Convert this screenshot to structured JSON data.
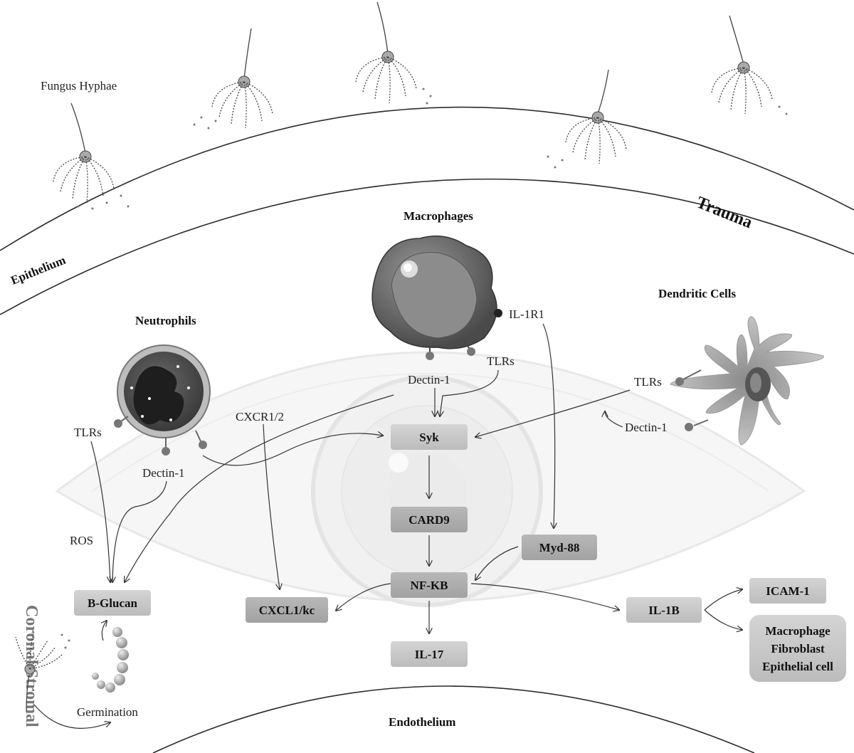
{
  "labels": {
    "fungus_hyphae": "Fungus Hyphae",
    "epithelium": "Epithelium",
    "trauma": "Trauma",
    "coronal_stromal": "Coronal Stromal",
    "endothelium": "Endothelium",
    "neutrophils": "Neutrophils",
    "macrophages": "Macrophages",
    "dendritic_cells": "Dendritic Cells",
    "il1r1": "IL-1R1",
    "tlrs_macro": "TLRs",
    "dectin1_macro": "Dectin-1",
    "tlrs_dendritic": "TLRs",
    "dectin1_dendritic": "Dectin-1",
    "tlrs_neutro": "TLRs",
    "dectin1_neutro": "Dectin-1",
    "cxcr12": "CXCR1/2",
    "ros": "ROS",
    "germination": "Germination"
  },
  "boxes": {
    "syk": "Syk",
    "card9": "CARD9",
    "nfkb": "NF-KB",
    "myd88": "Myd-88",
    "il17": "IL-17",
    "cxcl1": "CXCL1/kc",
    "bglucan": "B-Glucan",
    "il1b": "IL-1B",
    "icam1": "ICAM-1",
    "targets": [
      "Macrophage",
      "Fibroblast",
      "Epithelial cell"
    ]
  }
}
